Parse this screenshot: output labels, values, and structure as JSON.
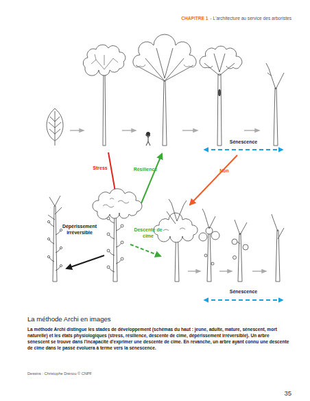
{
  "diagram": {
    "title": "La méthode Archi en images",
    "caption": "La méthode Archi distingue les stades de développement (schémas du haut : jeune, adulte, mature, sénescent, mort naturelle) et les états physiologiques (stress, résilience, descente de cime, dépérissement irréversible). Un arbre sénescent se trouve dans l'incapacité d'exprimer une descente de cime. En revanche, un arbre ayant connu une descente de cime dans le passé évoluera à terme vers la sénescence.",
    "labels": [
      "CHAPITRE 1",
      "- L'architecture au service des arboristes",
      "Sénescence",
      "Stress",
      "Résilience",
      "Non",
      "Dépérissement irréversible",
      "Descente de cime",
      "Sénescence",
      "Dessins : Christophe Drénou © CNPF",
      "35"
    ]
  }
}
